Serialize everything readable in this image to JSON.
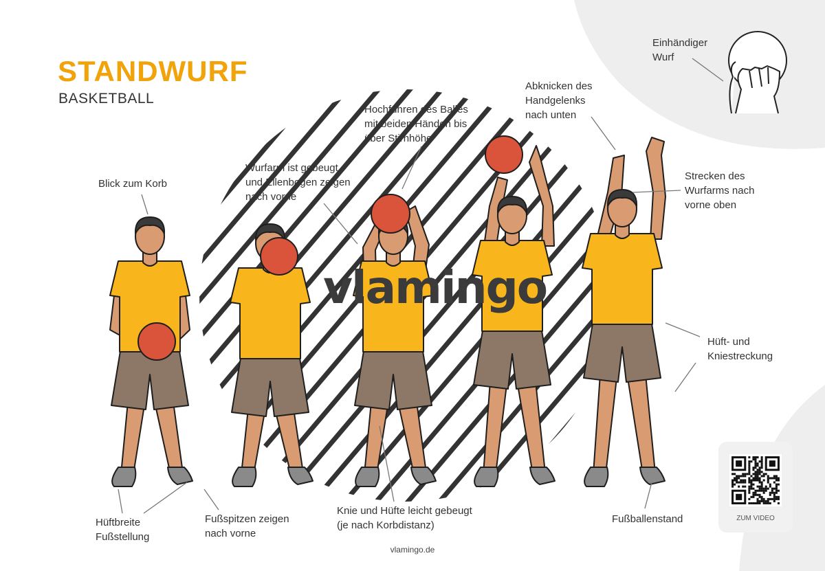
{
  "header": {
    "title": "STANDWURF",
    "subtitle": "BASKETBALL"
  },
  "watermark": {
    "text": "vlamingo"
  },
  "annotations": {
    "blick": "Blick zum Korb",
    "wurfarm": "Wurfarm ist gebeugt\nund Ellenbogen zeigen\nnach vorne",
    "hochfuehren": "Hochführen des Balles\nmit beiden Händen bis\nüber Stirnhöhe",
    "abknicken": "Abknicken des\nHandgelenks\nnach unten",
    "einhaendig": "Einhändiger\nWurf",
    "strecken": "Strecken des\nWurfarms nach\nvorne oben",
    "hueft": "Hüft- und\nKniestreckung",
    "hueftbreite": "Hüftbreite\nFußstellung",
    "fussspitzen": "Fußspitzen zeigen\nnach vorne",
    "knie": "Knie und Hüfte leicht gebeugt\n(je nach Korbdistanz)",
    "fussballen": "Fußballenstand"
  },
  "qr": {
    "label": "ZUM VIDEO"
  },
  "footer": {
    "url": "vlamingo.de"
  },
  "colors": {
    "accent": "#f0a30a",
    "shirt": "#f9b61c",
    "shorts": "#8d7867",
    "skin": "#d99c72",
    "ball": "#d9543a",
    "shoes": "#8a8a8a"
  }
}
